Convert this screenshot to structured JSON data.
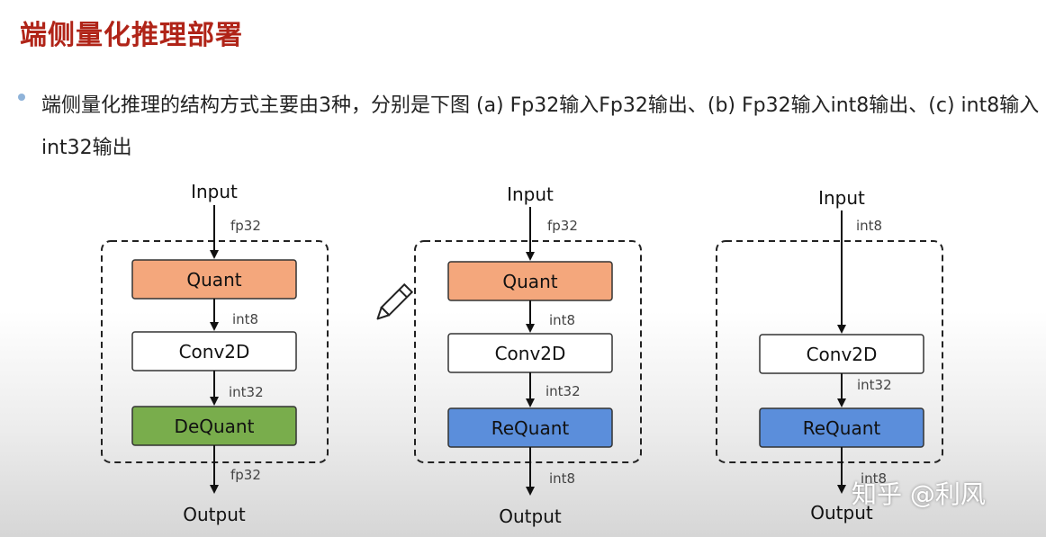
{
  "page": {
    "title": "端侧量化推理部署",
    "description": "端侧量化推理的结构方式主要由3种，分别是下图 (a) Fp32输入Fp32输出、(b) Fp32输入int8输出、(c) int8输入int32输出"
  },
  "diagrams": [
    {
      "input": "Input",
      "input_type": "fp32",
      "blocks": [
        "Quant",
        "Conv2D",
        "DeQuant"
      ],
      "between": [
        "int8",
        "int32"
      ],
      "output_type": "fp32",
      "output": "Output"
    },
    {
      "input": "Input",
      "input_type": "fp32",
      "blocks": [
        "Quant",
        "Conv2D",
        "ReQuant"
      ],
      "between": [
        "int8",
        "int32"
      ],
      "output_type": "int8",
      "output": "Output"
    },
    {
      "input": "Input",
      "input_type": "int8",
      "blocks": [
        "Conv2D",
        "ReQuant"
      ],
      "between": [
        "int32"
      ],
      "output_type": "int8",
      "output": "Output"
    }
  ],
  "colors": {
    "title": "#b02418",
    "quant": "#f4a77c",
    "conv": "#ffffff",
    "dequant": "#79ad4c",
    "requant": "#5b8edb"
  },
  "watermark": "知乎 @利风",
  "icons": {
    "pencil": "pencil-icon"
  }
}
